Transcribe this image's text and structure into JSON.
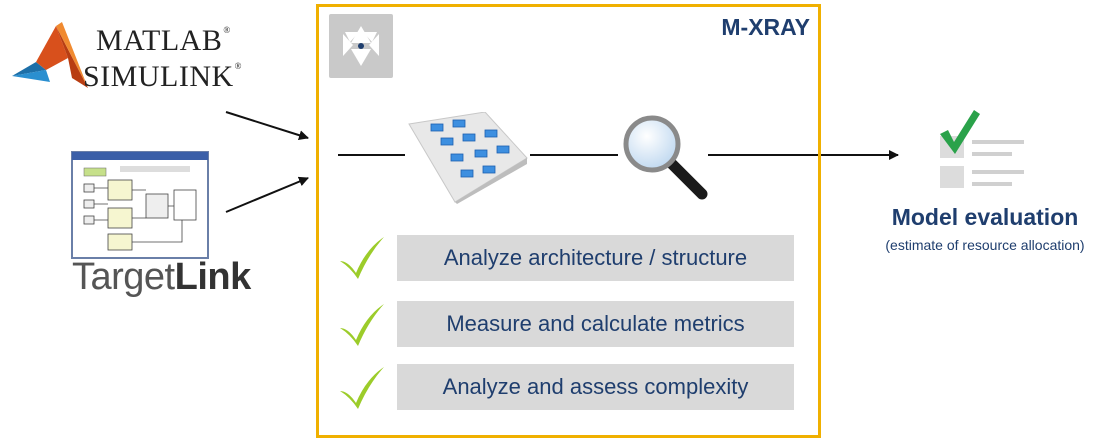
{
  "inputs": {
    "matlab_label": "MATLAB",
    "simulink_label": "SIMULINK",
    "registered_mark": "®",
    "targetlink_prefix": "Target",
    "targetlink_suffix": "Link"
  },
  "tool": {
    "title": "M-XRAY",
    "steps": [
      "Analyze architecture / structure",
      "Measure and calculate metrics",
      "Analyze and assess complexity"
    ]
  },
  "output": {
    "title": "Model evaluation",
    "subtitle": "(estimate of resource allocation)"
  },
  "colors": {
    "accent_border": "#f0b000",
    "text_navy": "#1f3e6e",
    "check_green": "#9ccc2a",
    "task_bg": "#d9d9d9"
  },
  "icons": [
    "matlab-logo-icon",
    "targetlink-screenshot-icon",
    "mxray-app-icon",
    "model-grid-icon",
    "magnifier-icon",
    "checklist-icon",
    "checkmark-icon"
  ]
}
